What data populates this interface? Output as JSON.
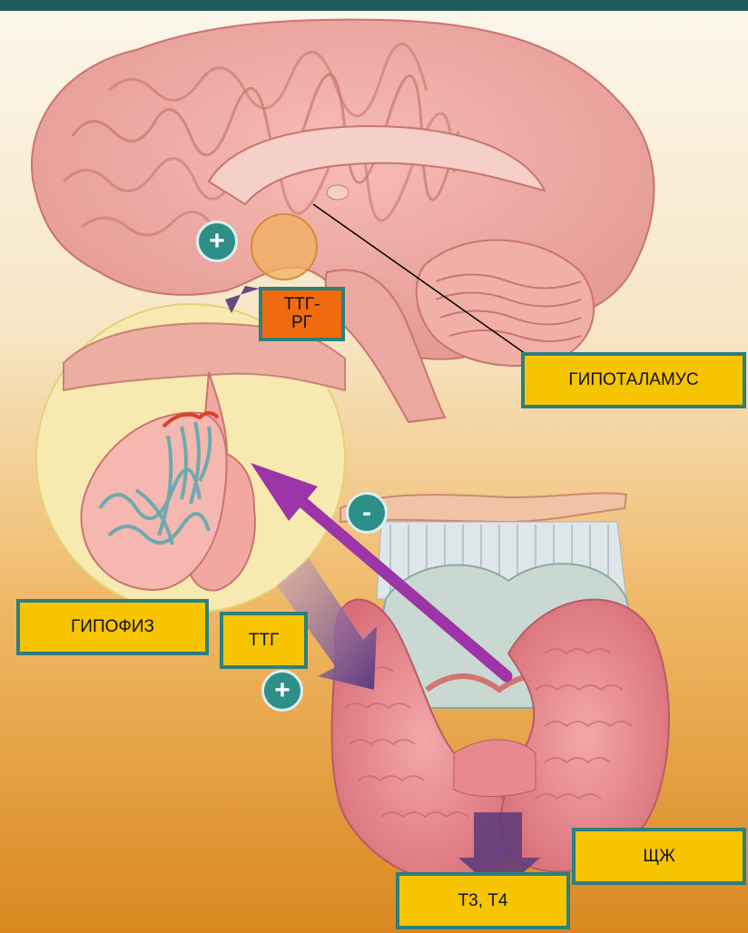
{
  "labels": {
    "hypothalamus": "ГИПОТАЛАМУС",
    "pituitary": "ГИПОФИЗ",
    "tsh_rh": "ТТГ-\nРГ",
    "tsh": "ТТГ",
    "thyroid": "ЩЖ",
    "hormones": "Т3, Т4"
  },
  "signs": {
    "hypothalamus_plus": "+",
    "tsh_plus": "+",
    "feedback_minus": "-"
  },
  "colors": {
    "label_fill": "#f6c400",
    "tsh_rh_fill": "#f06a10",
    "border": "#2f7f7a",
    "feedback_arrow": "#9c35a8",
    "sign_fill": "#2e8e88"
  }
}
